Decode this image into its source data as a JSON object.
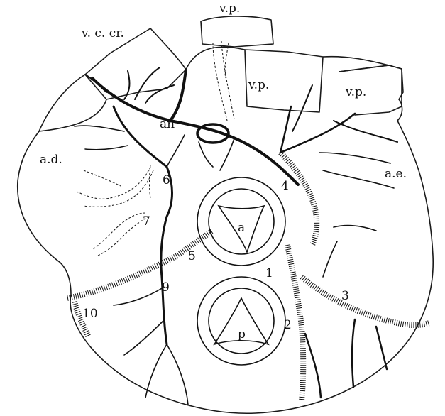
{
  "labels": {
    "vp_top": "v.p.",
    "vccr": "v. c. cr.",
    "vp_left": "v.p.",
    "vp_right": "v.p.",
    "an": "an",
    "ad": "a.d.",
    "ae": "a.e.",
    "a": "a",
    "p": "p",
    "n1": "1",
    "n2": "2",
    "n3": "3",
    "n4": "4",
    "n5": "5",
    "n6": "6",
    "n7": "7",
    "n9": "9",
    "n10": "10"
  }
}
